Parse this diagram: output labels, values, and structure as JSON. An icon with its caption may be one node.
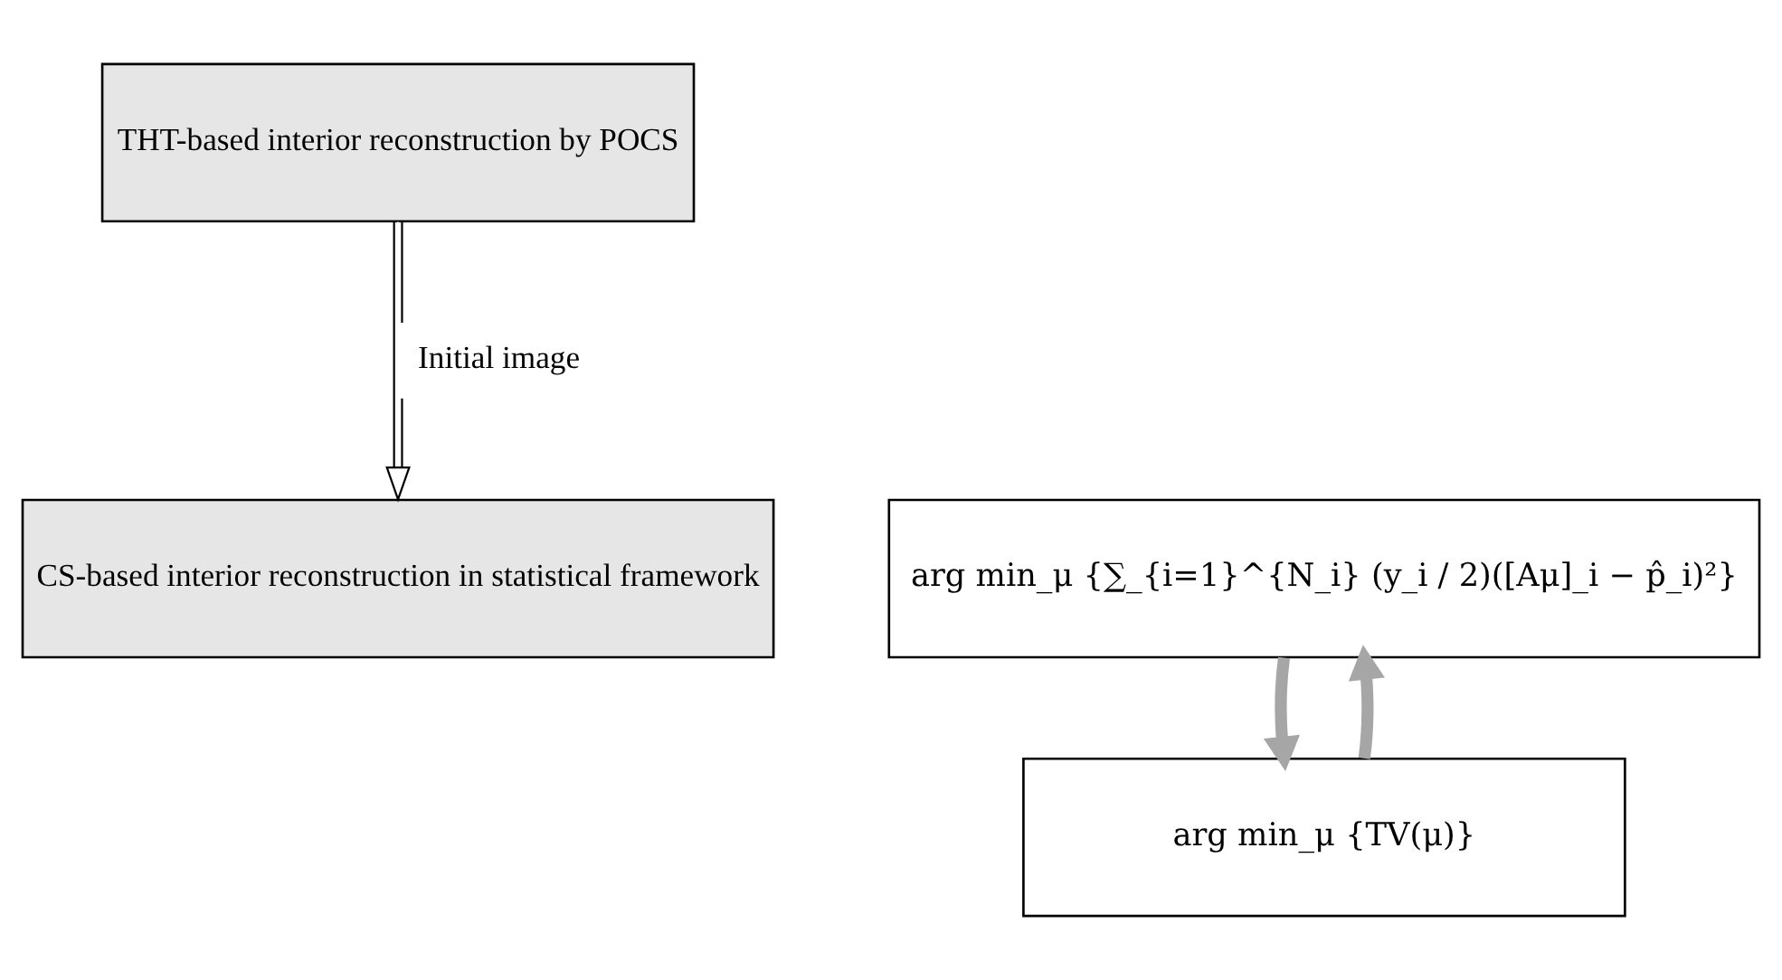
{
  "diagram": {
    "nodes": [
      {
        "text": [
          "THT-based interior reconstruction by POCS"
        ]
      },
      {
        "text": [
          "CS-based interior reconstruction in statistical framework"
        ]
      },
      {
        "text": [
          "arg min_μ {∑_{i=1}^{N_i} (y_i / 2)([Aμ]_i − p̂_i)²}"
        ]
      },
      {
        "text": [
          "arg min_μ {TV(μ)}"
        ]
      }
    ],
    "edges": [
      {
        "from": 0,
        "to": 1,
        "arrow": "to",
        "label": "Initial image",
        "color": "#000000"
      },
      {
        "from": 2,
        "to": 3,
        "arrow": "to"
      },
      {
        "from": 3,
        "to": 2,
        "arrow": "to"
      }
    ]
  }
}
